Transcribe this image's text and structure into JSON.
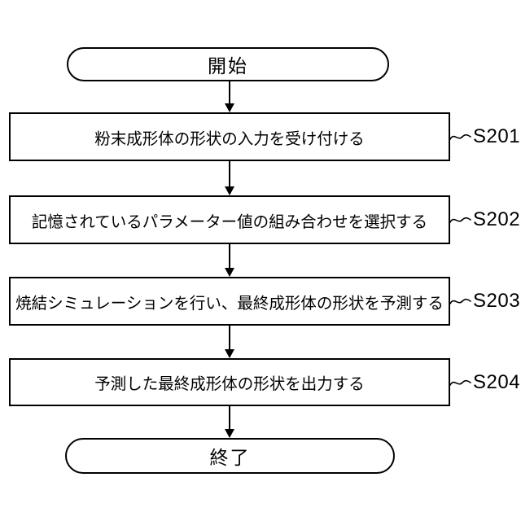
{
  "flowchart": {
    "start_label": "開始",
    "end_label": "終了",
    "steps": [
      {
        "id": "S201",
        "text": "粉末成形体の形状の入力を受け付ける"
      },
      {
        "id": "S202",
        "text": "記憶されているパラメーター値の組み合わせを選択する"
      },
      {
        "id": "S203",
        "text": "焼結シミュレーションを行い、最終成形体の形状を予測する"
      },
      {
        "id": "S204",
        "text": "予測した最終成形体の形状を出力する"
      }
    ],
    "colors": {
      "line": "#000000",
      "background": "#ffffff",
      "text": "#000000"
    }
  }
}
